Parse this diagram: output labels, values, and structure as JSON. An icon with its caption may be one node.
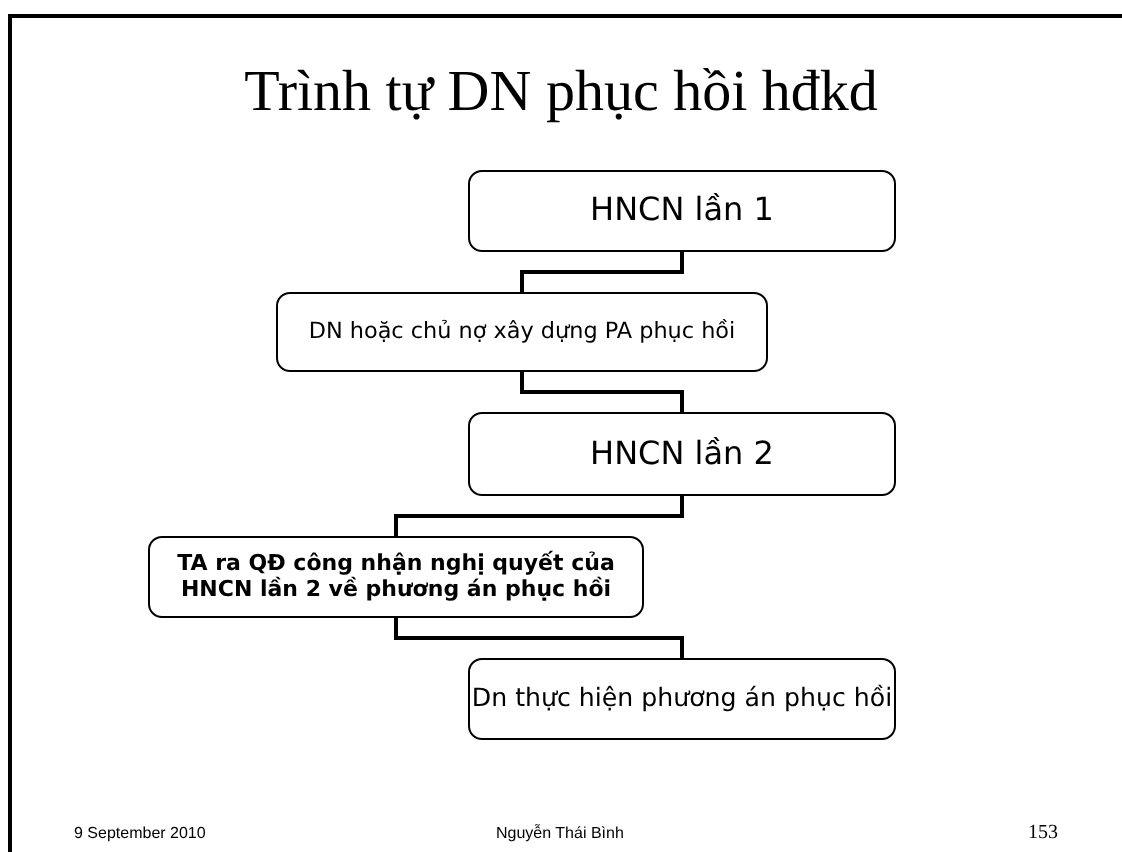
{
  "diagram": {
    "title": "Trình tự DN phục hồi hđkd",
    "nodes": [
      {
        "text": [
          "HNCN lần 1"
        ]
      },
      {
        "text": [
          "DN hoặc chủ nợ xây dựng PA phục hồi"
        ]
      },
      {
        "text": [
          "HNCN lần 2"
        ]
      },
      {
        "text": [
          "TA ra QĐ công nhận nghị quyết của HNCN lần 2 về phương án phục hồi"
        ]
      },
      {
        "text": [
          "Dn thực hiện phương án phục hồi"
        ]
      }
    ],
    "edges": [
      {
        "from": 0,
        "to": 1,
        "arrow": "none"
      },
      {
        "from": 1,
        "to": 2,
        "arrow": "none"
      },
      {
        "from": 2,
        "to": 3,
        "arrow": "none"
      },
      {
        "from": 3,
        "to": 4,
        "arrow": "none"
      }
    ],
    "labels": [
      "9 September 2010",
      "Nguyễn Thái Bình",
      "153"
    ]
  }
}
